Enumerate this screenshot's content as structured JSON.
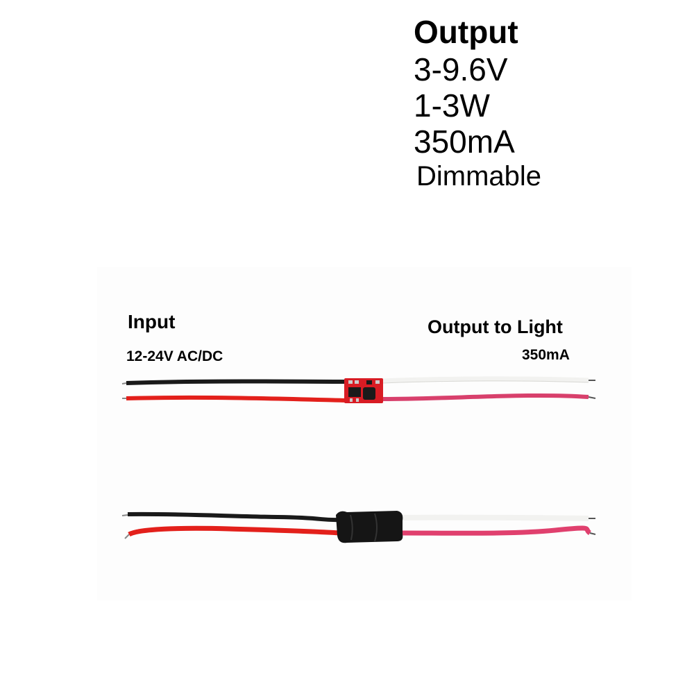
{
  "specs": {
    "title": "Output",
    "lines": [
      "3-9.6V",
      "1-3W",
      "350mA",
      "Dimmable"
    ]
  },
  "labels": {
    "input": "Input",
    "input_voltage": "12-24V AC/DC",
    "output": "Output to Light",
    "output_current": "350mA"
  },
  "colors": {
    "black_wire": "#1a1a1a",
    "red_wire": "#e3201b",
    "white_wire": "#f2f2f0",
    "pink_wire": "#d8406c",
    "pcb": "#d81c24",
    "shrink_tube": "#151515"
  }
}
